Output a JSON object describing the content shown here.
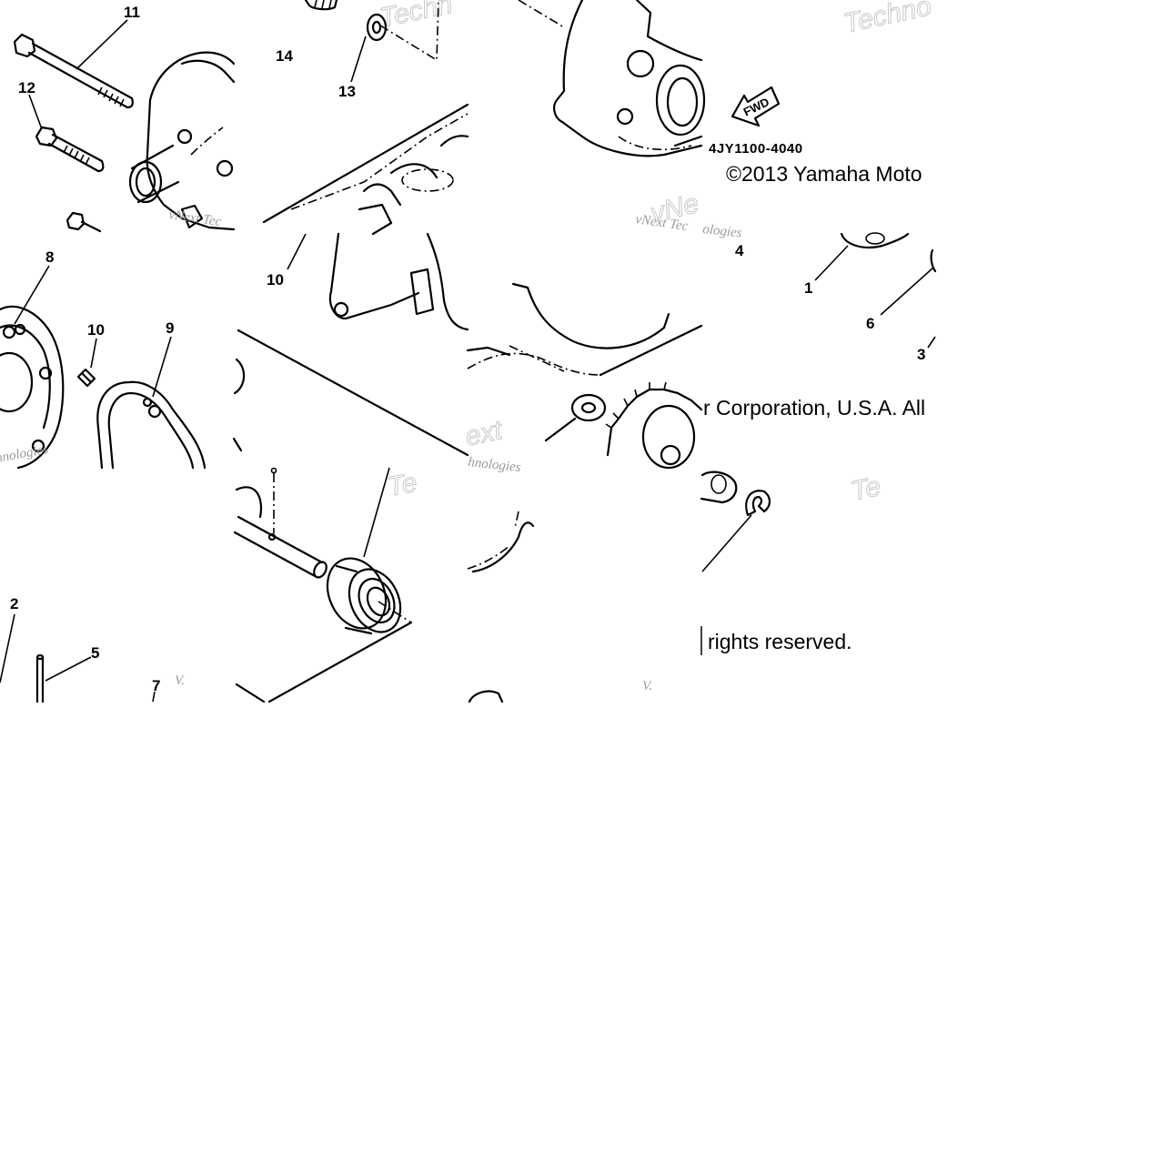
{
  "callouts": [
    "11",
    "12",
    "14",
    "13",
    "10",
    "8",
    "10",
    "9",
    "4",
    "1",
    "6",
    "3",
    "2",
    "5",
    "7"
  ],
  "part_code": "4JY1100-4040",
  "fwd_label": "FWD",
  "copyright": {
    "part1": "©2013 Yamaha Moto",
    "part2": "r Corporation, U.S.A. All",
    "part3": "rights reserved."
  },
  "watermark": {
    "outline": [
      "Techno",
      "Techn",
      "Te",
      "Te",
      "vNe",
      "ext"
    ],
    "small": [
      "vNext Tec",
      "vNext Tec",
      "hnologies",
      "hnologies",
      "ologies",
      "V.",
      "V."
    ]
  }
}
